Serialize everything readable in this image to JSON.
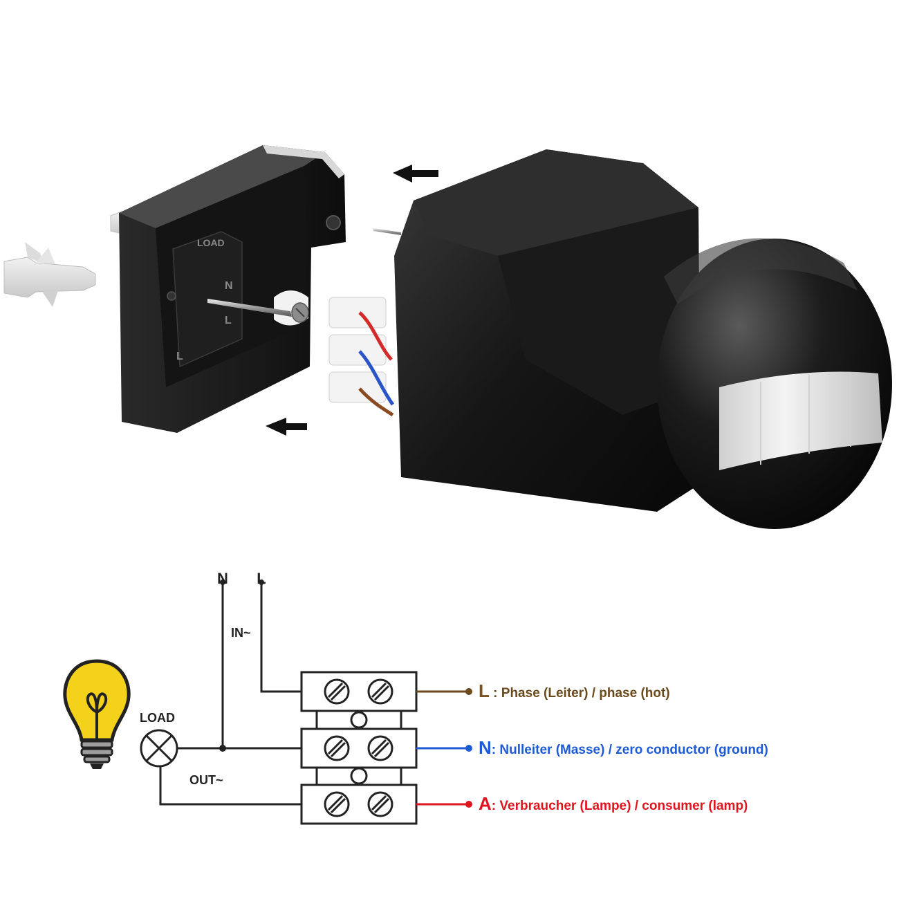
{
  "diagram": {
    "terminals": {
      "neutral": "N",
      "live": "L"
    },
    "input_label": "IN~",
    "output_label": "OUT~",
    "load_label": "LOAD",
    "rows": [
      {
        "letter": "L",
        "separator": " : ",
        "text": "Phase (Leiter) / phase (hot)",
        "color": "#6b4a1c",
        "letter_color": "#7a5220"
      },
      {
        "letter": "N",
        "separator": ": ",
        "text": "Nulleiter (Masse) / zero  conductor (ground)",
        "color": "#1d5bd6",
        "letter_color": "#1d5bd6"
      },
      {
        "letter": "A",
        "separator": ": ",
        "text": "Verbraucher (Lampe) / consumer (lamp)",
        "color": "#e0141e",
        "letter_color": "#e0141e"
      }
    ]
  },
  "product": {
    "base_plate_markings": [
      "LOAD",
      "N",
      "L",
      "L"
    ],
    "icons": [
      "wall-plug-icon",
      "screw-icon",
      "arrow-left-icon",
      "lightbulb-icon",
      "lamp-symbol-icon"
    ]
  },
  "colors": {
    "housing": "#151515",
    "wire_brown": "#8a4a22",
    "wire_blue": "#2a55c8",
    "wire_red": "#d42a2a",
    "bulb_yellow": "#f4d21c"
  }
}
